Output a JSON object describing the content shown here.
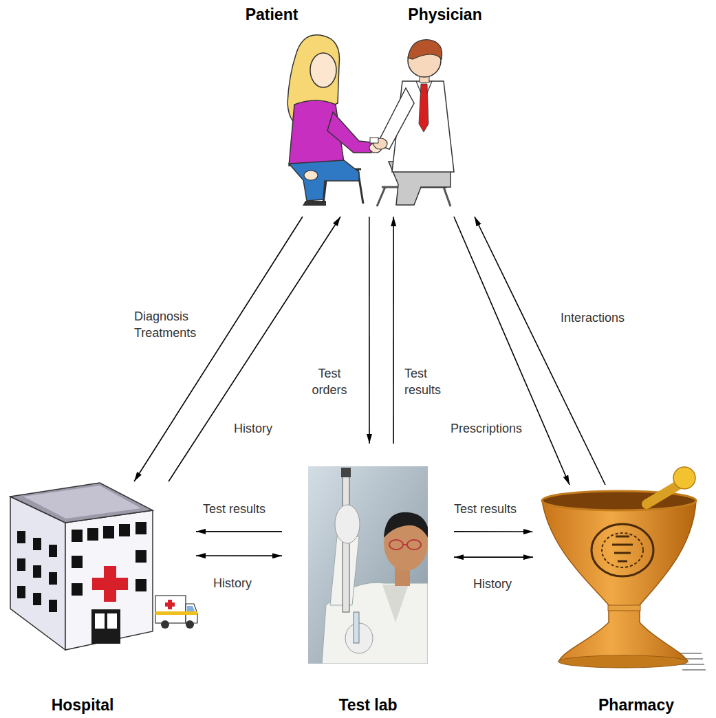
{
  "diagram": {
    "nodes": [
      {
        "text": [
          "Patient",
          "Physician"
        ]
      },
      {
        "text": [
          "Hospital"
        ]
      },
      {
        "text": [
          "Test lab"
        ]
      },
      {
        "text": [
          "Pharmacy"
        ]
      }
    ],
    "edges": [
      {
        "from": 0,
        "to": 1,
        "label": "Diagnosis Treatments",
        "arrow": "to"
      },
      {
        "from": 1,
        "to": 0,
        "label": "History",
        "arrow": "to"
      },
      {
        "from": 0,
        "to": 2,
        "label": "Test orders",
        "arrow": "to"
      },
      {
        "from": 2,
        "to": 0,
        "label": "Test results",
        "arrow": "to"
      },
      {
        "from": 0,
        "to": 3,
        "label": "Prescriptions",
        "arrow": "to"
      },
      {
        "from": 3,
        "to": 0,
        "label": "Interactions",
        "arrow": "to"
      },
      {
        "from": 2,
        "to": 1,
        "label": "Test results",
        "arrow": "to"
      },
      {
        "from": 1,
        "to": 2,
        "label": "History",
        "arrow": "both"
      },
      {
        "from": 2,
        "to": 3,
        "label": "Test results",
        "arrow": "to"
      },
      {
        "from": 2,
        "to": 3,
        "label": "History",
        "arrow": "both"
      }
    ]
  }
}
